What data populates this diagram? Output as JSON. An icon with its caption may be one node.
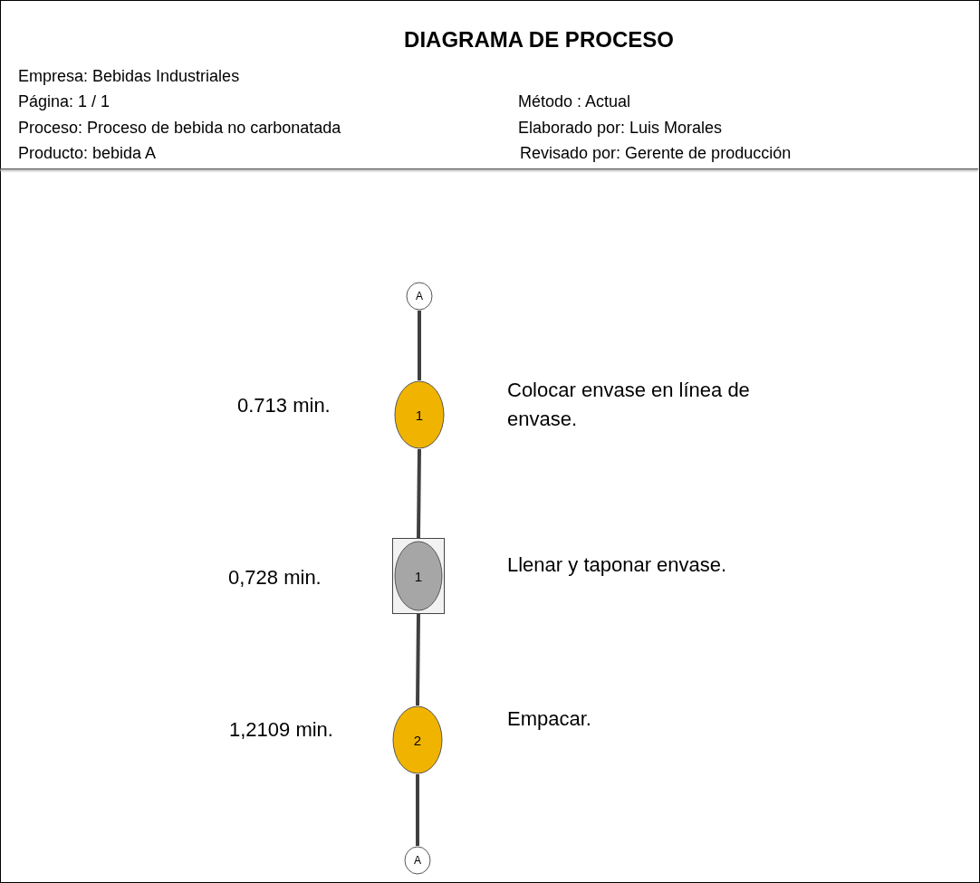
{
  "diagram": {
    "title": "DIAGRAMA DE PROCESO",
    "nodes": [
      {
        "text": [
          "A"
        ]
      },
      {
        "text": [
          "1"
        ],
        "beside": [
          "0.713 min.",
          "Colocar envase en línea de envase."
        ]
      },
      {
        "text": [
          "1"
        ],
        "beside": [
          "0,728 min.",
          "Llenar y taponar envase."
        ]
      },
      {
        "text": [
          "2"
        ],
        "beside": [
          "1,2109 min.",
          "Empacar."
        ]
      },
      {
        "text": [
          "A"
        ]
      }
    ],
    "edges": [
      {
        "from": 0,
        "to": 1,
        "arrow": "none"
      },
      {
        "from": 1,
        "to": 2,
        "arrow": "none"
      },
      {
        "from": 2,
        "to": 3,
        "arrow": "none"
      },
      {
        "from": 3,
        "to": 4,
        "arrow": "none"
      }
    ],
    "labels": [
      "Empresa: Bebidas Industriales",
      "Página: 1 / 1",
      "Método : Actual",
      "Proceso: Proceso de bebida no carbonatada",
      "Elaborado por: Luis Morales",
      "Producto: bebida A",
      "Revisado por: Gerente de producción"
    ]
  }
}
